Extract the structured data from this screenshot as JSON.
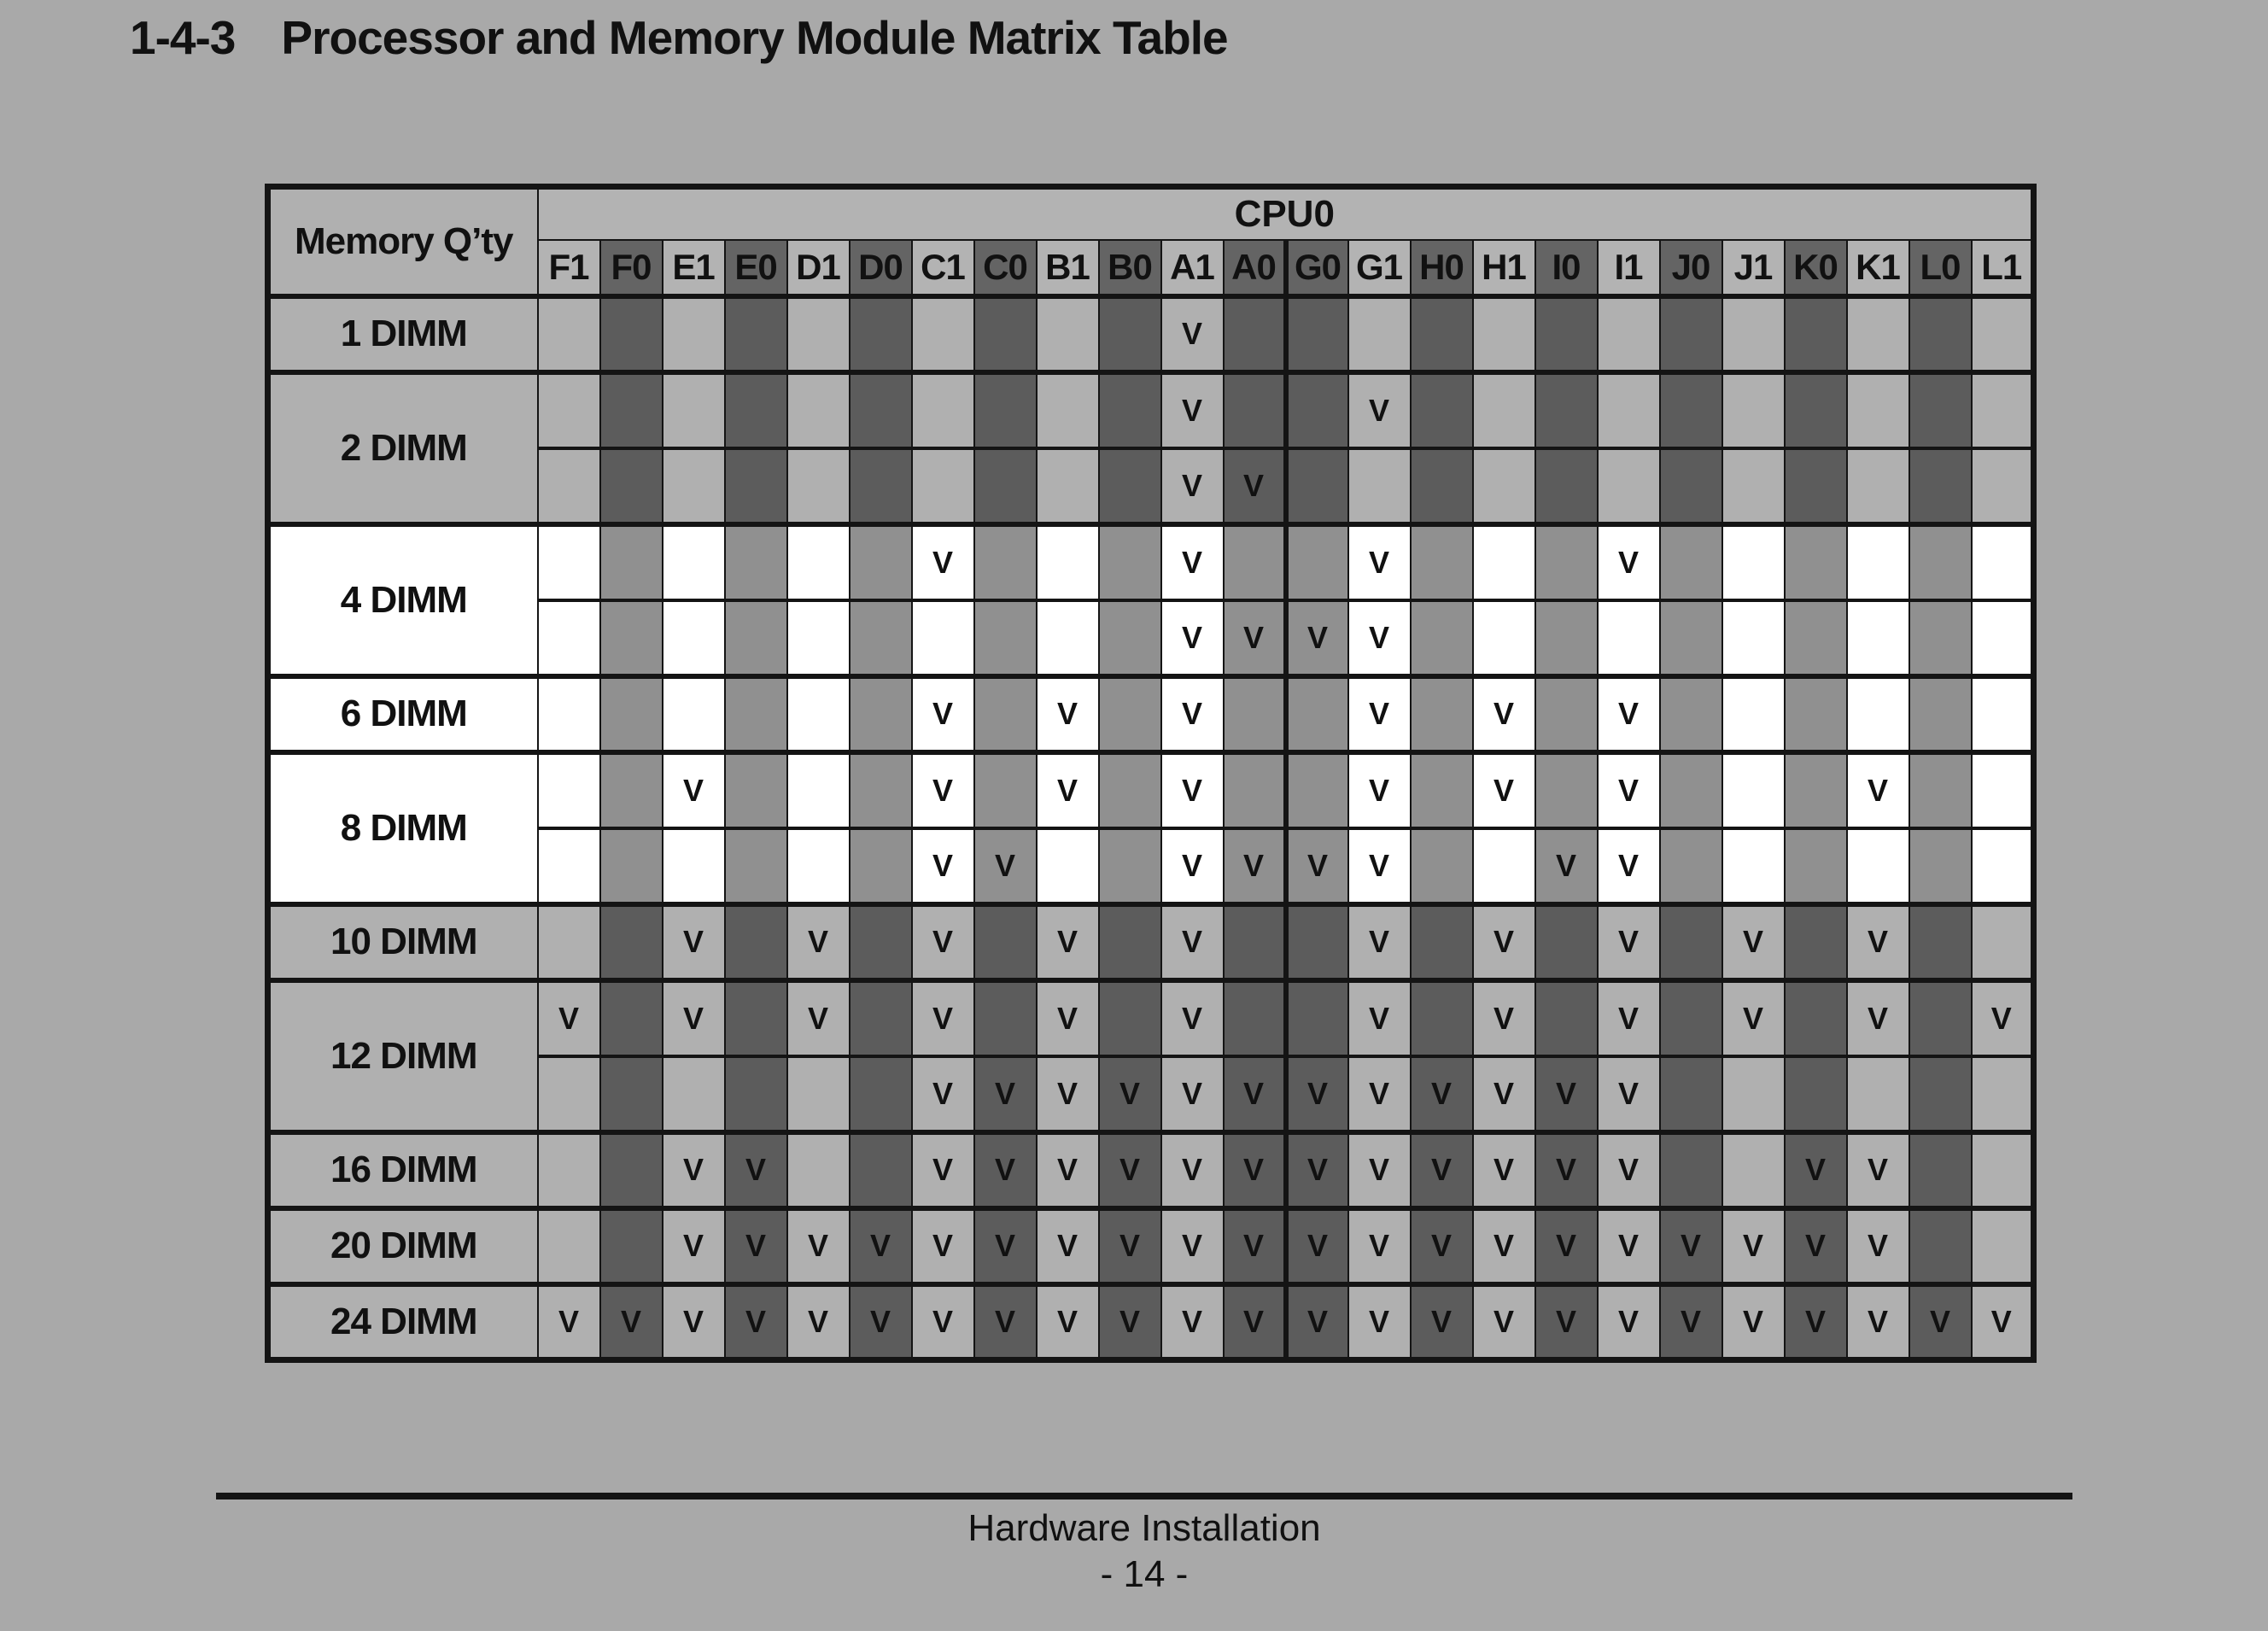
{
  "page": {
    "title_number": "1-4-3",
    "title_text": "Processor and Memory Module Matrix Table",
    "footer_section": "Hardware Installation",
    "footer_page": "- 14 -"
  },
  "table": {
    "corner_label": "Memory Q’ty",
    "cpu_header": "CPU0",
    "mark": "V",
    "columns": [
      "F1",
      "F0",
      "E1",
      "E0",
      "D1",
      "D0",
      "C1",
      "C0",
      "B1",
      "B0",
      "A1",
      "A0",
      "G0",
      "G1",
      "H0",
      "H1",
      "I0",
      "I1",
      "J0",
      "J1",
      "K0",
      "K1",
      "L0",
      "L1"
    ],
    "cpu_split_column": "G0",
    "rows": [
      {
        "label": "1 DIMM",
        "shade": "gray",
        "configs": [
          [
            "A1"
          ]
        ]
      },
      {
        "label": "2 DIMM",
        "shade": "gray",
        "configs": [
          [
            "A1",
            "G1"
          ],
          [
            "A1",
            "A0"
          ]
        ]
      },
      {
        "label": "4 DIMM",
        "shade": "white",
        "configs": [
          [
            "C1",
            "A1",
            "G1",
            "I1"
          ],
          [
            "A1",
            "A0",
            "G0",
            "G1"
          ]
        ]
      },
      {
        "label": "6 DIMM",
        "shade": "white",
        "configs": [
          [
            "C1",
            "B1",
            "A1",
            "G1",
            "H1",
            "I1"
          ]
        ]
      },
      {
        "label": "8 DIMM",
        "shade": "white",
        "configs": [
          [
            "E1",
            "C1",
            "B1",
            "A1",
            "G1",
            "H1",
            "I1",
            "K1"
          ],
          [
            "C1",
            "C0",
            "A1",
            "A0",
            "G0",
            "G1",
            "I0",
            "I1"
          ]
        ]
      },
      {
        "label": "10 DIMM",
        "shade": "gray",
        "configs": [
          [
            "E1",
            "D1",
            "C1",
            "B1",
            "A1",
            "G1",
            "H1",
            "I1",
            "J1",
            "K1"
          ]
        ]
      },
      {
        "label": "12 DIMM",
        "shade": "gray",
        "configs": [
          [
            "F1",
            "E1",
            "D1",
            "C1",
            "B1",
            "A1",
            "G1",
            "H1",
            "I1",
            "J1",
            "K1",
            "L1"
          ],
          [
            "C1",
            "C0",
            "B1",
            "B0",
            "A1",
            "A0",
            "G0",
            "G1",
            "H0",
            "H1",
            "I0",
            "I1"
          ]
        ]
      },
      {
        "label": "16 DIMM",
        "shade": "gray",
        "configs": [
          [
            "E1",
            "E0",
            "C1",
            "C0",
            "B1",
            "B0",
            "A1",
            "A0",
            "G0",
            "G1",
            "H0",
            "H1",
            "I0",
            "I1",
            "K0",
            "K1"
          ]
        ]
      },
      {
        "label": "20 DIMM",
        "shade": "gray",
        "configs": [
          [
            "E1",
            "E0",
            "D1",
            "D0",
            "C1",
            "C0",
            "B1",
            "B0",
            "A1",
            "A0",
            "G0",
            "G1",
            "H0",
            "H1",
            "I0",
            "I1",
            "J0",
            "J1",
            "K0",
            "K1"
          ]
        ]
      },
      {
        "label": "24 DIMM",
        "shade": "gray",
        "configs": [
          [
            "F1",
            "F0",
            "E1",
            "E0",
            "D1",
            "D0",
            "C1",
            "C0",
            "B1",
            "B0",
            "A1",
            "A0",
            "G0",
            "G1",
            "H0",
            "H1",
            "I0",
            "I1",
            "J0",
            "J1",
            "K0",
            "K1",
            "L0",
            "L1"
          ]
        ]
      }
    ],
    "colors": {
      "page_bg": "#a9a9a9",
      "border": "#141414",
      "text": "#111111",
      "header_light": "#b3b3b3",
      "header_dark": "#646464",
      "gray_row_light": "#b0b0b0",
      "gray_row_dark": "#5c5c5c",
      "white_row_light": "#ffffff",
      "white_row_dark": "#909090"
    }
  }
}
